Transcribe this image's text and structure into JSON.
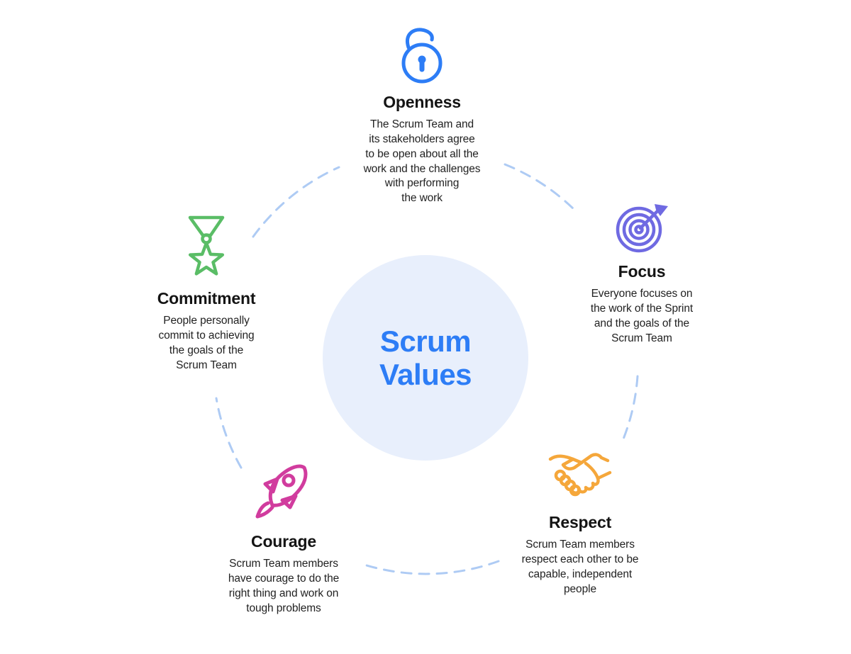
{
  "center": {
    "title": "Scrum\nValues"
  },
  "values": [
    {
      "label": "Openness",
      "description": "The Scrum Team and\nits stakeholders agree\nto be open about all the\nwork and the challenges\nwith performing\nthe work",
      "icon": "open-lock-icon",
      "color": "#2D7DF6"
    },
    {
      "label": "Focus",
      "description": "Everyone focuses on\nthe work of the Sprint\nand the goals of the\nScrum Team",
      "icon": "target-icon",
      "color": "#6F6AE2"
    },
    {
      "label": "Respect",
      "description": "Scrum Team members\nrespect each other to be\ncapable, independent\npeople",
      "icon": "handshake-icon",
      "color": "#F5A73B"
    },
    {
      "label": "Courage",
      "description": "Scrum Team members\nhave courage to do the\nright thing and work on\ntough problems",
      "icon": "rocket-icon",
      "color": "#D13C9E"
    },
    {
      "label": "Commitment",
      "description": "People personally\ncommit to achieving\nthe goals of the\nScrum Team",
      "icon": "medal-star-icon",
      "color": "#5ABD66"
    }
  ],
  "colors": {
    "background": "#FFFFFF",
    "center_circle_fill": "#E8EFFC",
    "center_text": "#2D7DF6",
    "title_text": "#141414",
    "body_text": "#222222",
    "connector_dash": "#AECBF4"
  }
}
